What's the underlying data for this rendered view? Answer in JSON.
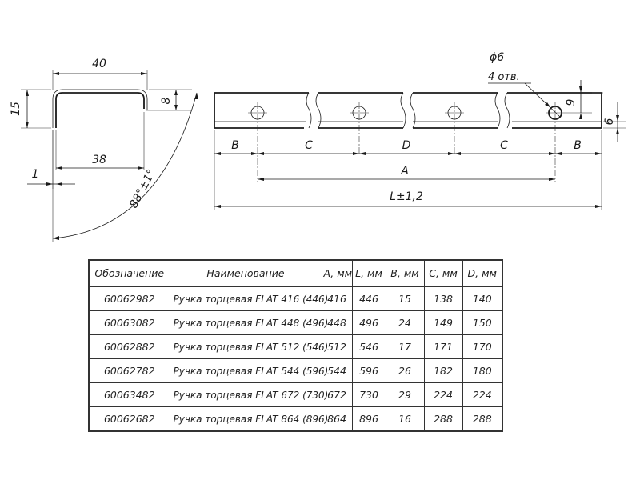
{
  "profile_view": {
    "dim_width": "40",
    "dim_inner_width": "38",
    "dim_height": "15",
    "dim_lip": "8",
    "dim_thickness": "1",
    "dim_angle": "88°±1°"
  },
  "front_view": {
    "hole_diameter": "ϕ6",
    "hole_count": "4 отв.",
    "dim_hole_offset": "9",
    "dim_height": "6",
    "dim_b_left": "B",
    "dim_c_left": "C",
    "dim_d": "D",
    "dim_c_right": "C",
    "dim_b_right": "B",
    "dim_a": "A",
    "dim_l": "L±1,2"
  },
  "table": {
    "headers": [
      "Обозначение",
      "Наименование",
      "A, мм",
      "L, мм",
      "B, мм",
      "C, мм",
      "D, мм"
    ],
    "rows": [
      [
        "60062982",
        "Ручка торцевая FLAT 416 (446)",
        "416",
        "446",
        "15",
        "138",
        "140"
      ],
      [
        "60063082",
        "Ручка торцевая FLAT 448 (496)",
        "448",
        "496",
        "24",
        "149",
        "150"
      ],
      [
        "60062882",
        "Ручка торцевая FLAT 512 (546)",
        "512",
        "546",
        "17",
        "171",
        "170"
      ],
      [
        "60062782",
        "Ручка торцевая FLAT 544 (596)",
        "544",
        "596",
        "26",
        "182",
        "180"
      ],
      [
        "60063482",
        "Ручка торцевая FLAT 672 (730)",
        "672",
        "730",
        "29",
        "224",
        "224"
      ],
      [
        "60062682",
        "Ручка торцевая FLAT 864 (896)",
        "864",
        "896",
        "16",
        "288",
        "288"
      ]
    ]
  }
}
